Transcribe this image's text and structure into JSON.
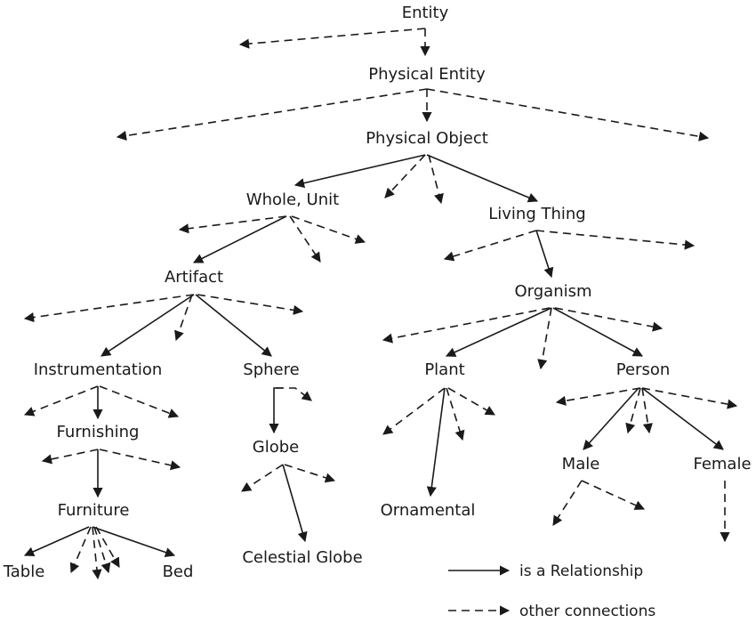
{
  "nodes": {
    "entity": "Entity",
    "physical_entity": "Physical Entity",
    "physical_object": "Physical Object",
    "whole_unit": "Whole, Unit",
    "living_thing": "Living Thing",
    "artifact": "Artifact",
    "organism": "Organism",
    "instrumentation": "Instrumentation",
    "sphere": "Sphere",
    "plant": "Plant",
    "person": "Person",
    "furnishing": "Furnishing",
    "globe": "Globe",
    "male": "Male",
    "female": "Female",
    "furniture": "Furniture",
    "ornamental": "Ornamental",
    "celestial_globe": "Celestial Globe",
    "table": "Table",
    "bed": "Bed"
  },
  "legend": {
    "solid": "is a Relationship",
    "dashed": "other connections"
  },
  "colors": {
    "ink": "#1a1a1a",
    "background": "#ffffff"
  }
}
